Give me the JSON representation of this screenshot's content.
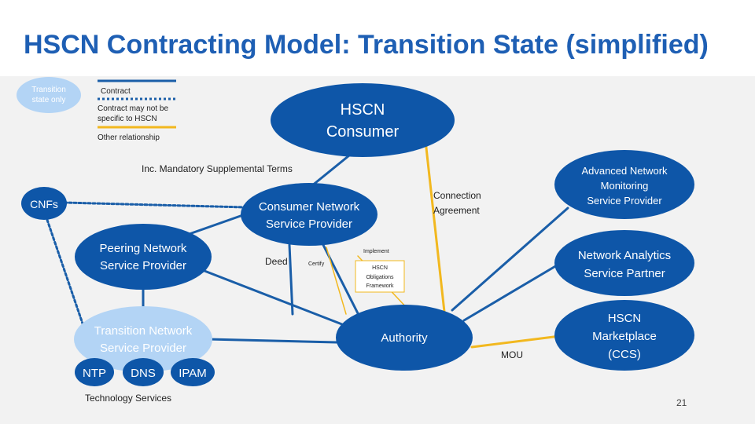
{
  "title": "HSCN Contracting Model: Transition State (simplified)",
  "legend": {
    "transition_badge": [
      "Transition",
      "state only"
    ],
    "contract": "Contract",
    "contract_may_not_be": [
      "Contract may not be",
      "specific to HSCN"
    ],
    "other_relationship": "Other relationship"
  },
  "nodes": {
    "hscn_consumer": [
      "HSCN",
      "Consumer"
    ],
    "consumer_nsp": [
      "Consumer Network",
      "Service Provider"
    ],
    "cnfs": "CNFs",
    "peering_nsp": [
      "Peering Network",
      "Service Provider"
    ],
    "transition_nsp": [
      "Transition Network",
      "Service Provider"
    ],
    "authority": "Authority",
    "advanced_monitoring": [
      "Advanced Network",
      "Monitoring",
      "Service Provider"
    ],
    "network_analytics": [
      "Network Analytics",
      "Service Partner"
    ],
    "hscn_marketplace": [
      "HSCN",
      "Marketplace",
      "(CCS)"
    ],
    "ntp": "NTP",
    "dns": "DNS",
    "ipam": "IPAM",
    "obligations_framework": [
      "HSCN",
      "Obligations",
      "Framework"
    ]
  },
  "labels": {
    "mandatory_terms": "Inc. Mandatory Supplemental Terms",
    "connection_agreement": [
      "Connection",
      "Agreement"
    ],
    "deed": "Deed",
    "certify": "Certify",
    "implement": "Implement",
    "mou": "MOU",
    "technology_services": "Technology Services"
  },
  "colors": {
    "title": "#1e5fb4",
    "node_fill": "#0e56a8",
    "transition_fill": "#b3d4f5",
    "contract_line": "#1a5ea8",
    "other_line": "#f2b81f",
    "background": "#f2f2f2"
  },
  "page_number": "21"
}
